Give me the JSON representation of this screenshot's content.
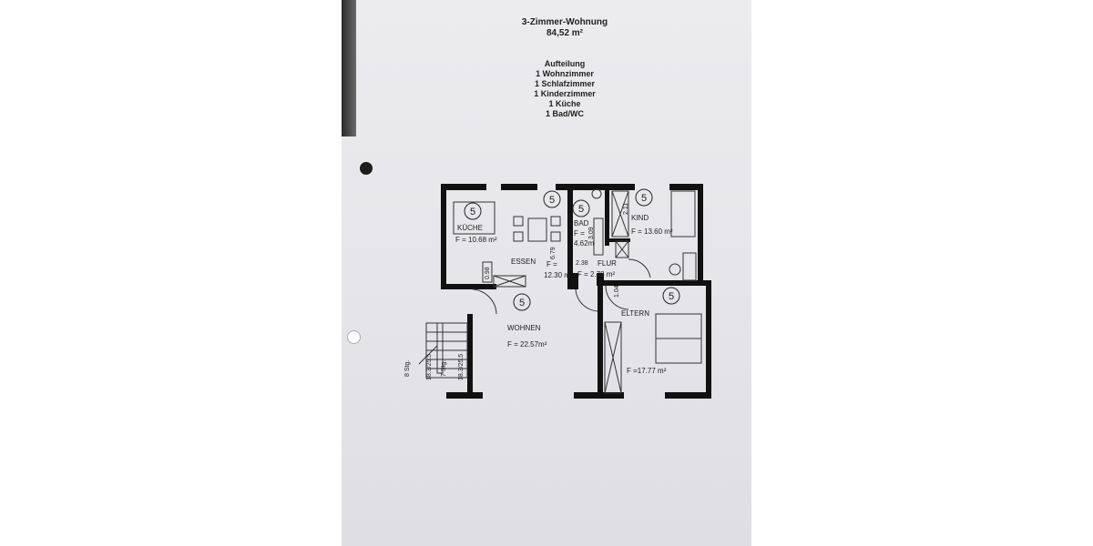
{
  "header": {
    "title": "3-Zimmer-Wohnung",
    "area": "84,52 m²",
    "breakdown_heading": "Aufteilung",
    "breakdown": [
      "1 Wohnzimmer",
      "1 Schlafzimmer",
      "1 Kinderzimmer",
      "1 Küche",
      "1 Bad/WC"
    ]
  },
  "floorplan": {
    "room_marker": "5",
    "rooms": {
      "kueche": {
        "name": "KÜCHE",
        "area": "F = 10.68 m²"
      },
      "essen": {
        "name": "ESSEN",
        "area_prefix": "F =",
        "area": "12.30 m"
      },
      "bad": {
        "name": "BAD",
        "area_prefix": "F =",
        "area": "4.62m"
      },
      "kind": {
        "name": "KIND",
        "area": "F = 13.60 m²"
      },
      "flur": {
        "name": "FLUR",
        "area": "F = 2.78 m²"
      },
      "wohnen": {
        "name": "WOHNEN",
        "area": "F =  22.57m²"
      },
      "eltern": {
        "name": "ELTERN",
        "area": "F =17.77  m²"
      }
    },
    "dimensions": {
      "d1": "6.79",
      "d2": "3.09",
      "d3": "2.11",
      "d4": "0.98",
      "d5": "2.38",
      "d6": "1.04"
    },
    "stairs": {
      "upper_steps": "8 Stg.",
      "upper_ratio": "18.3/25.5",
      "lower_steps": "7 Stg.",
      "lower_ratio": "18.3/25.5"
    }
  }
}
